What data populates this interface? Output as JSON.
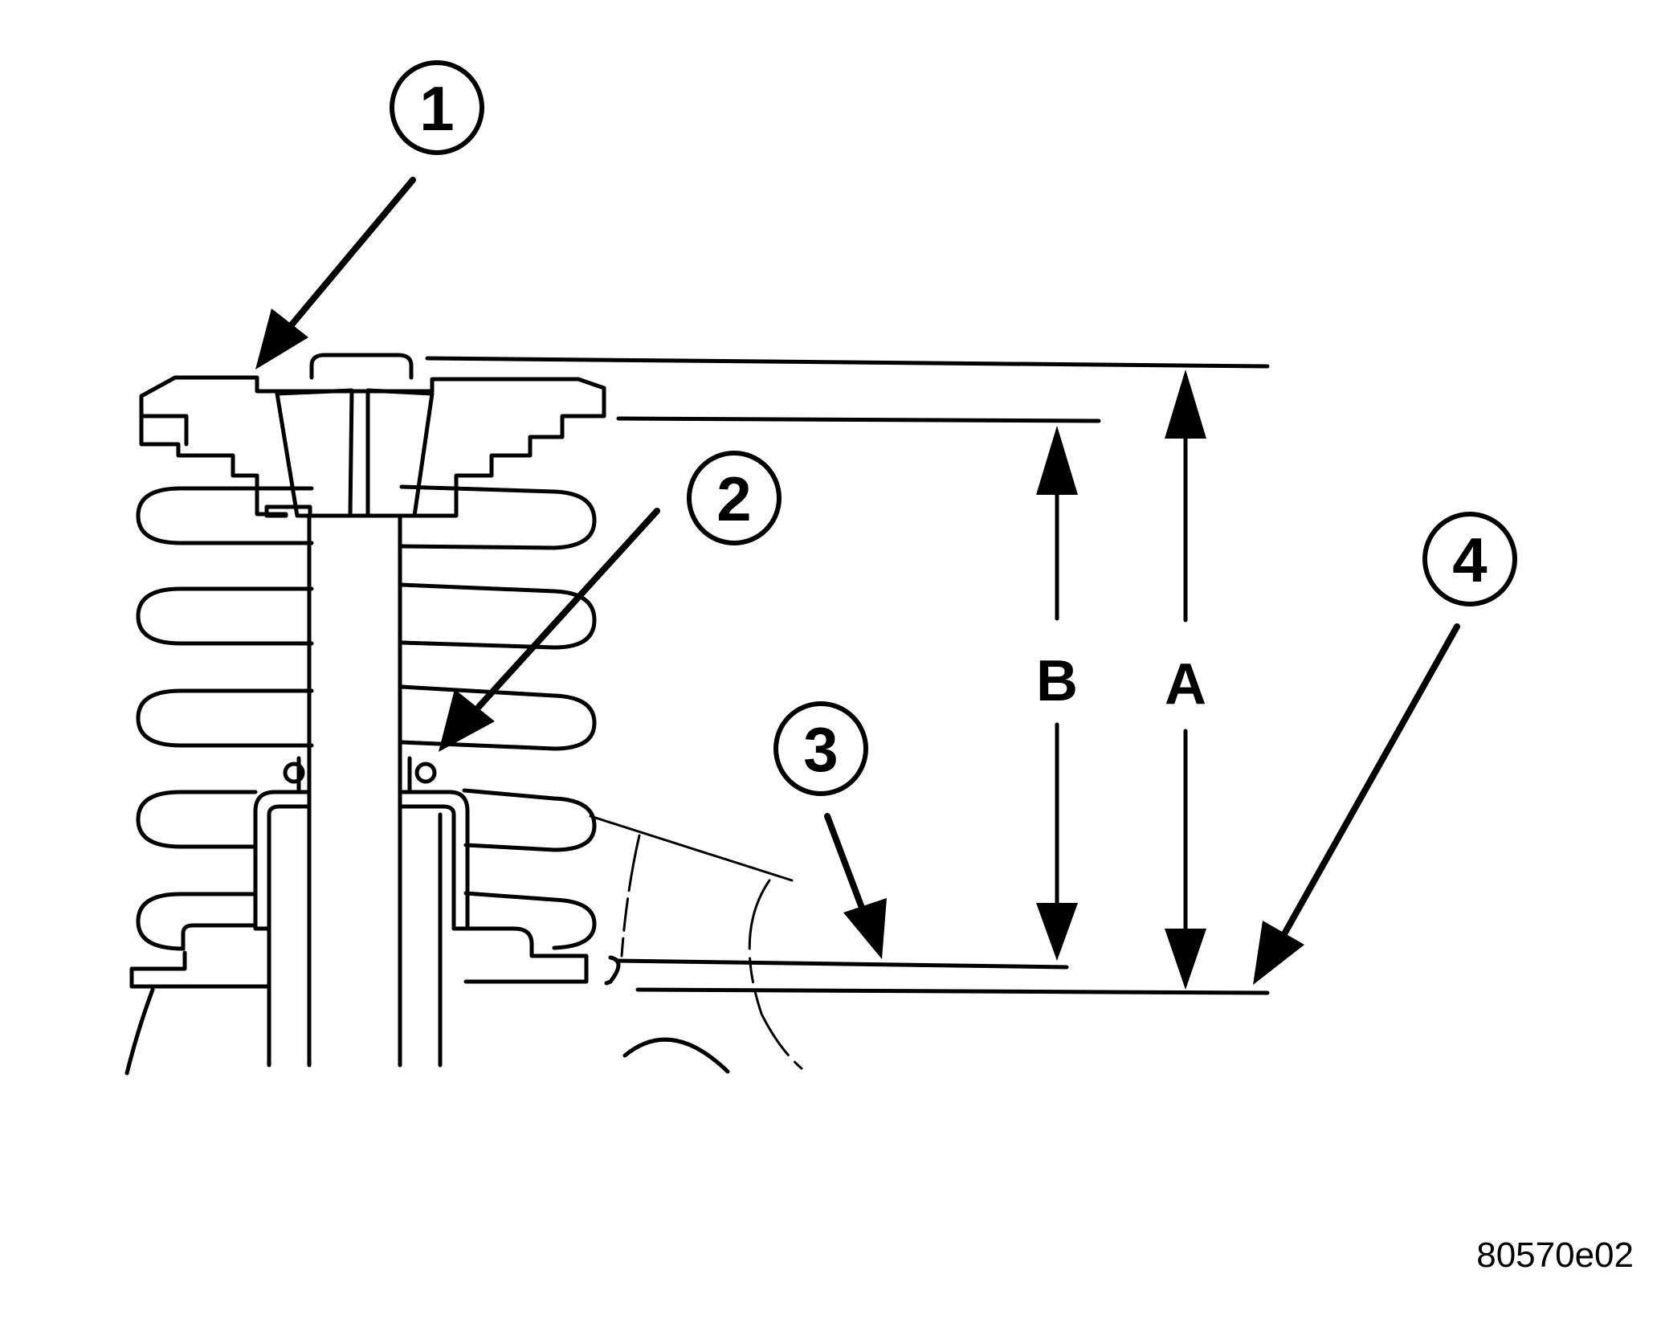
{
  "callouts": [
    {
      "id": "callout-1",
      "label": "1"
    },
    {
      "id": "callout-2",
      "label": "2"
    },
    {
      "id": "callout-3",
      "label": "3"
    },
    {
      "id": "callout-4",
      "label": "4"
    }
  ],
  "dimensions": {
    "a_label": "A",
    "b_label": "B"
  },
  "figure_id": "80570e02",
  "colors": {
    "ink": "#000000",
    "background": "#ffffff"
  }
}
